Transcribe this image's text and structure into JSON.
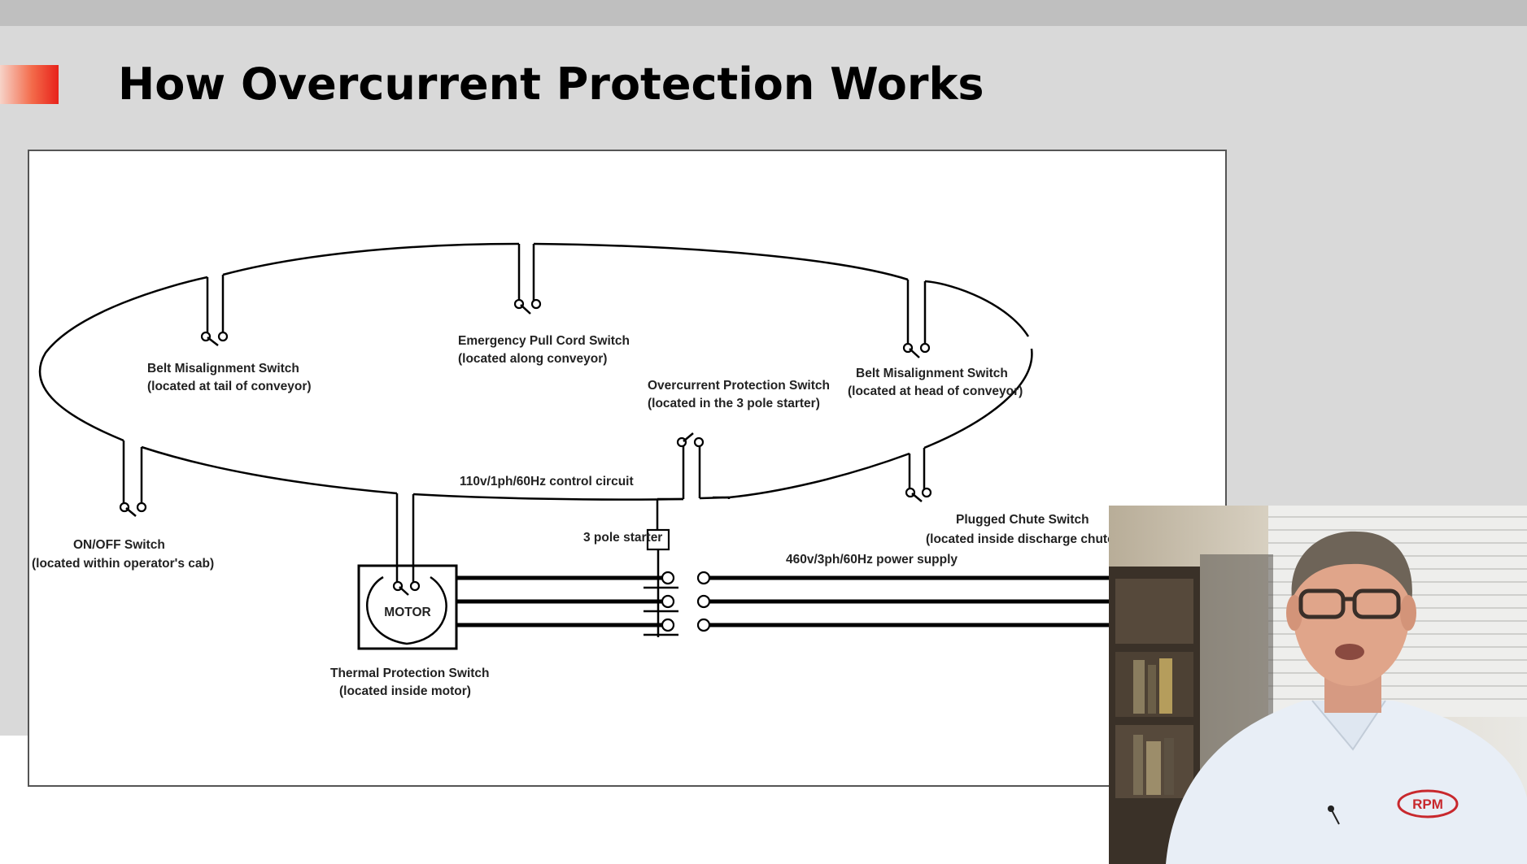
{
  "slide": {
    "title": "How Overcurrent Protection Works"
  },
  "diagram": {
    "labels": {
      "belt_tail_name": "Belt Misalignment Switch",
      "belt_tail_loc": "(located at tail of conveyor)",
      "pull_cord_name": "Emergency Pull Cord Switch",
      "pull_cord_loc": "(located along conveyor)",
      "overcurrent_name": "Overcurrent Protection Switch",
      "overcurrent_loc": "(located in the 3 pole starter)",
      "belt_head_name": "Belt Misalignment Switch",
      "belt_head_loc": "(located at head of conveyor)",
      "control_circuit": "110v/1ph/60Hz control circuit",
      "onoff_name": "ON/OFF Switch",
      "onoff_loc": "(located within operator's cab)",
      "starter": "3 pole starter",
      "power_supply": "460v/3ph/60Hz power supply",
      "plugged_name": "Plugged Chute Switch",
      "plugged_loc": "(located inside discharge chute)",
      "motor": "MOTOR",
      "thermal_name": "Thermal Protection Switch",
      "thermal_loc": "(located inside motor)"
    }
  },
  "video": {
    "shirt_logo": "RPM"
  },
  "colors": {
    "slide_background": "#d9d9d9",
    "top_strip": "#bfbfbf",
    "accent_red": "#e8221a",
    "diagram_background": "#ffffff"
  }
}
